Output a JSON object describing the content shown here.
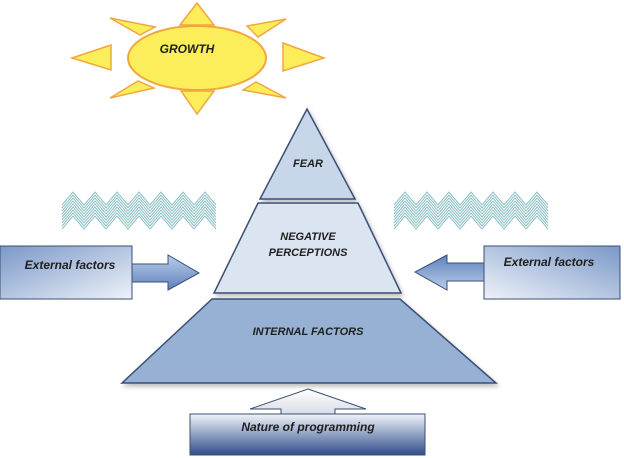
{
  "sun": {
    "label": "GROWTH"
  },
  "pyramid": {
    "top": {
      "label": "FEAR"
    },
    "middle": {
      "line1": "NEGATIVE",
      "line2": "PERCEPTIONS"
    },
    "bottom": {
      "label": "INTERNAL FACTORS"
    }
  },
  "external_left": {
    "label": "External factors"
  },
  "external_right": {
    "label": "External factors"
  },
  "base": {
    "label": "Nature of programming"
  },
  "colors": {
    "sun_fill": "#fbee5a",
    "sun_stroke": "#f2a640",
    "fear_fill": "#c8d6ea",
    "negative_fill": "#dbe4f1",
    "internal_fill": "#96b1d3",
    "outline": "#3b4f74",
    "wave": "#8cc0c4"
  }
}
